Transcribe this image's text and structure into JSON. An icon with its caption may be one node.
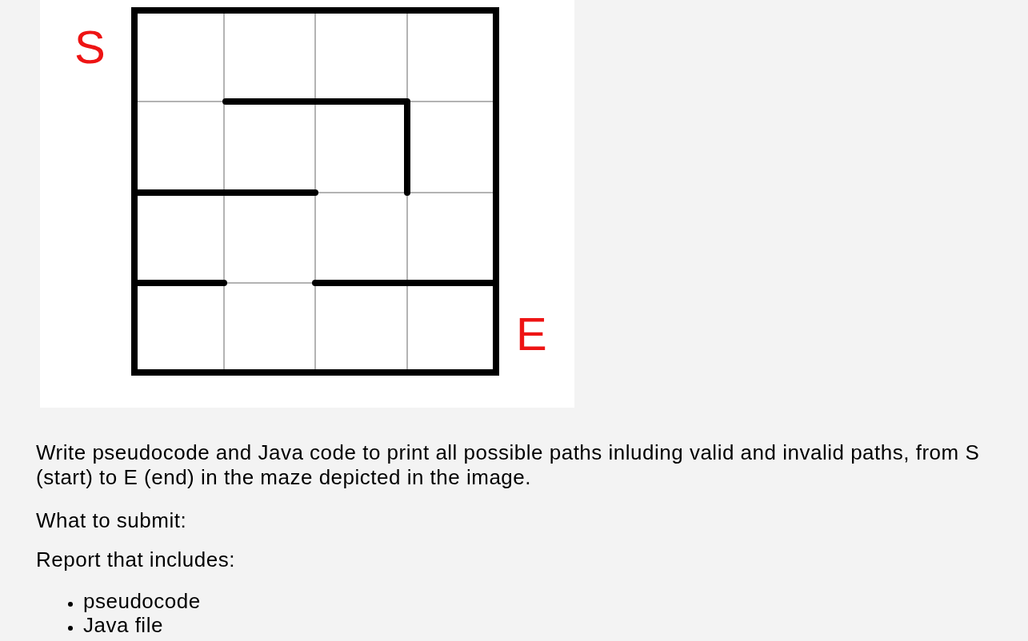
{
  "diagram": {
    "labels": [
      "S",
      "E",
      "Write pseudocode and Java code to print all possible paths inluding valid and invalid paths, from S (start) to E (end) in the maze depicted in the image.",
      "What to submit:",
      "Report that includes:",
      "pseudocode",
      "Java file"
    ]
  }
}
